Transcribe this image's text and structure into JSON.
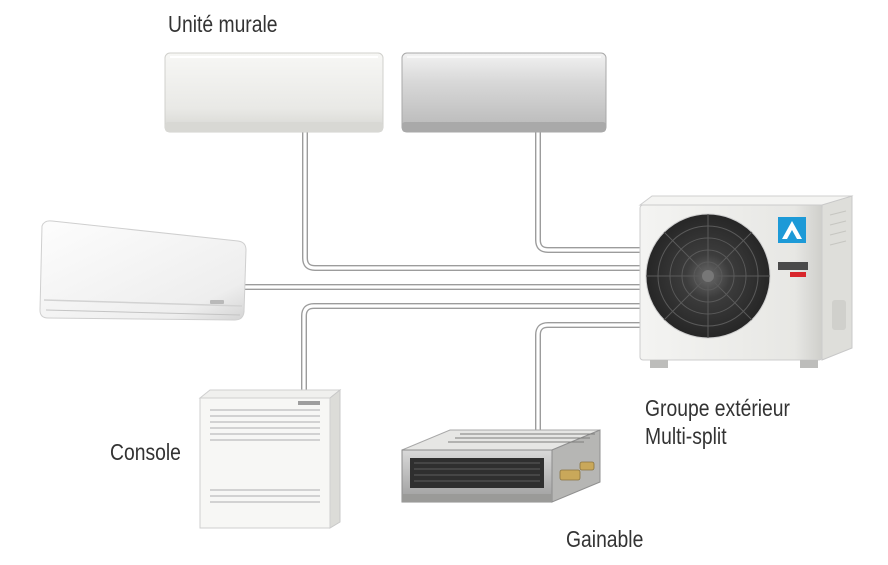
{
  "labels": {
    "wall_unit": "Unité murale",
    "console": "Console",
    "ducted": "Gainable",
    "outdoor_line1": "Groupe extérieur",
    "outdoor_line2": "Multi-split"
  },
  "brand_colors": {
    "daikin_blue": "#0a8fd6",
    "pipe_outline": "#9a9a9a",
    "background": "#ffffff"
  },
  "components": [
    "wall-unit-white",
    "wall-unit-silver",
    "wall-unit-large",
    "floor-console",
    "ducted-unit",
    "outdoor-unit"
  ]
}
